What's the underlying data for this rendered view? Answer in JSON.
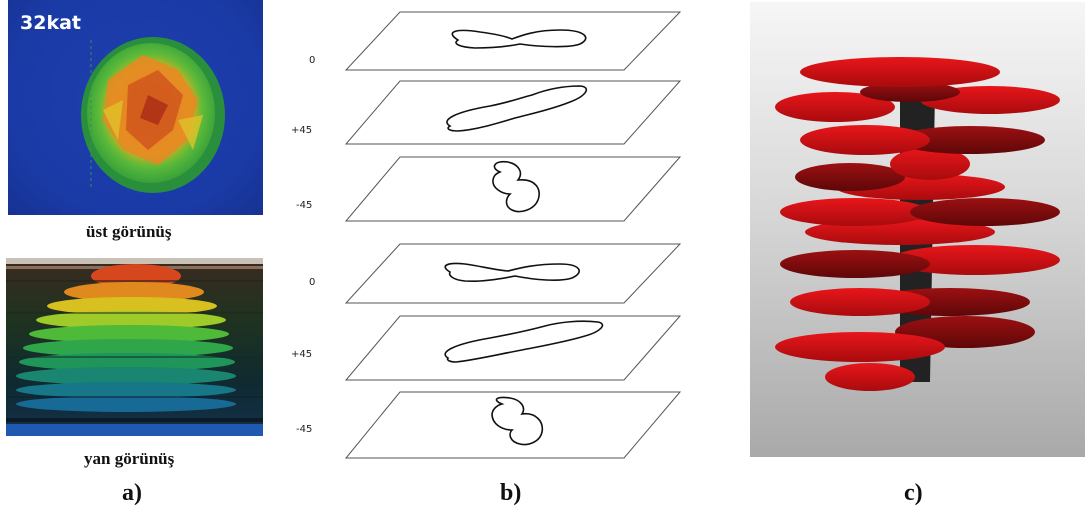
{
  "panel_a": {
    "top_image_label": "32kat",
    "top_caption": "üst görünüş",
    "side_caption": "yan görünüş",
    "letter": "a)"
  },
  "panel_b": {
    "angles": [
      "0",
      "+45",
      "-45",
      "0",
      "+45",
      "-45"
    ],
    "letter": "b)"
  },
  "panel_c": {
    "letter": "c)"
  }
}
